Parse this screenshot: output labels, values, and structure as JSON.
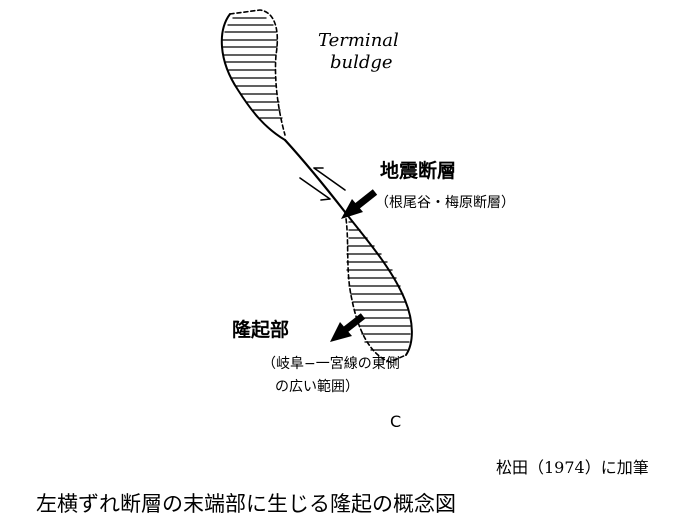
{
  "diagram": {
    "terminal_label_line1": "Terminal",
    "terminal_label_line2": "buldge",
    "fault_label": "地震断層",
    "fault_sublabel": "（根尾谷・梅原断層）",
    "uplift_label": "隆起部",
    "uplift_sublabel_line1": "（岐阜−一宮線の東側",
    "uplift_sublabel_line2": "の広い範囲）",
    "letter": "C"
  },
  "credit": "松田（1974）に加筆",
  "caption": "左横ずれ断層の末端部に生じる隆起の概念図"
}
